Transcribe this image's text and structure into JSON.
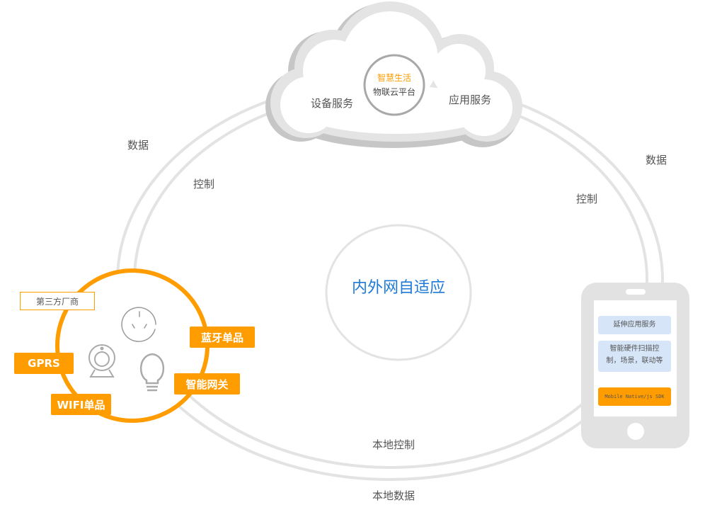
{
  "colors": {
    "accent_orange": "#ff9c00",
    "center_blue": "#1e7ad6",
    "ring_gray": "#e3e3e3",
    "cloud_border": "#e4e4e4",
    "cloud_shadow": "#c6c6c6",
    "phone_gray": "#e2e2e2",
    "phone_box_blue": "#d6e6f8",
    "text_gray": "#555555"
  },
  "cloud": {
    "platform_title": "智慧生活",
    "platform_subtitle": "物联云平台",
    "left_service": "设备服务",
    "right_service": "应用服务"
  },
  "center": {
    "label": "内外网自适应"
  },
  "flows": {
    "left_outer": "数据",
    "left_inner": "控制",
    "right_outer": "数据",
    "right_inner": "控制",
    "bottom_inner": "本地控制",
    "bottom_outer": "本地数据"
  },
  "devices": {
    "vendor_label": "第三方厂商",
    "tags": {
      "bluetooth": "蓝牙单品",
      "gprs": "GPRS",
      "gateway": "智能网关",
      "wifi": "WIFI单品"
    },
    "icons": [
      "socket-icon",
      "camera-icon",
      "bulb-icon"
    ]
  },
  "phone": {
    "box1": "延伸应用服务",
    "box2_line1": "智能硬件扫描控",
    "box2_line2": "制，场景，联动等",
    "sdk": "Mobile Native/js SDK"
  }
}
